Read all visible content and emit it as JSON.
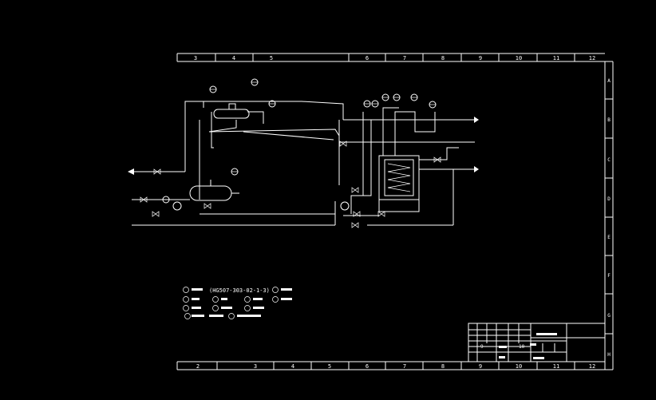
{
  "colors": {
    "background": "#000000",
    "line": "#ffffff",
    "accent": "#ffffff"
  },
  "border": {
    "top_columns": [
      "3",
      "4",
      "5",
      "6",
      "7",
      "8",
      "9",
      "10",
      "11",
      "12"
    ],
    "bottom_columns": [
      "2",
      "3",
      "4",
      "5",
      "6",
      "7",
      "8",
      "9",
      "10",
      "11",
      "12"
    ],
    "right_rows": [
      "A",
      "B",
      "C",
      "D",
      "E",
      "F",
      "G",
      "H"
    ]
  },
  "legend": {
    "row1_a": "(HG507-303-02-1-3)"
  },
  "title_block": {
    "cells": [
      "9",
      "10"
    ]
  }
}
